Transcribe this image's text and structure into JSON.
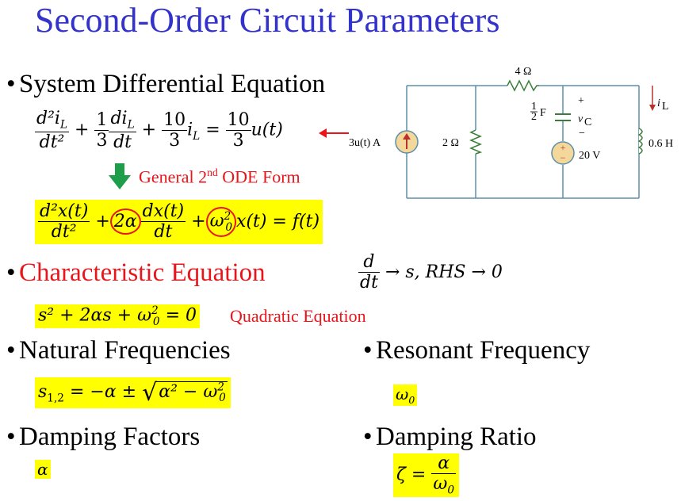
{
  "title": "Second-Order Circuit Parameters",
  "bullets": {
    "system_eq": "System Differential Equation",
    "characteristic": "Characteristic Equation",
    "natural_freq": "Natural Frequencies",
    "resonant_freq": "Resonant Frequency",
    "damping_factors": "Damping Factors",
    "damping_ratio": "Damping Ratio"
  },
  "notes": {
    "general_form_pre": "General 2",
    "general_form_sup": "nd",
    "general_form_post": " ODE Form",
    "quadratic": "Quadratic Equation"
  },
  "equations": {
    "system": {
      "t1_num": "d²i",
      "t1_sub": "L",
      "t1_den": "dt²",
      "plus": "+",
      "t2_coef_num": "1",
      "t2_coef_den": "3",
      "t2_num": "di",
      "t2_sub": "L",
      "t2_den": "dt",
      "t3_coef_num": "10",
      "t3_coef_den": "3",
      "t3_var": "i",
      "t3_sub": "L",
      "eq": "=",
      "rhs_num": "10",
      "rhs_den": "3",
      "rhs_fn": "u(t)"
    },
    "general": {
      "t1_num": "d²x(t)",
      "t1_den": "dt²",
      "circ1": "2α",
      "t2_num": "dx(t)",
      "t2_den": "dt",
      "circ2_base": "ω",
      "circ2_sup": "2",
      "circ2_sub": "0",
      "tail": "x(t) = f(t)"
    },
    "substitution": {
      "d_num": "d",
      "d_den": "dt",
      "tail": "→ s,  RHS → 0"
    },
    "characteristic": "s² + 2αs + ω",
    "characteristic_sub": "0",
    "characteristic_sup": "2",
    "characteristic_tail": " = 0",
    "natural": {
      "lhs": "s",
      "lhs_sub": "1,2",
      "mid": " = −α ± ",
      "root": "α² − ω",
      "root_sub": "0",
      "root_sup": "2"
    },
    "resonant": "ω",
    "resonant_sub": "0",
    "damping_factor": "α",
    "damping_ratio": {
      "lhs": "ζ =",
      "num": "α",
      "den": "ω",
      "den_sub": "0"
    }
  },
  "circuit": {
    "source_label": "3u(t) A",
    "r_left": "2 Ω",
    "r_top": "4 Ω",
    "cap": "F",
    "cap_num": "1",
    "cap_den": "2",
    "v_label": "v",
    "v_sub": "C",
    "plus_sign": "+",
    "minus_sign": "−",
    "vsrc_label": "20 V",
    "ind_label": "0.6 H",
    "i_label": "i",
    "i_sub": "L"
  },
  "colors": {
    "title": "#3333cc",
    "accent_red": "#e8151b",
    "highlight": "#ffff00",
    "arrow_green": "#1e9e4a",
    "circuit_wire": "#5b8fa8"
  }
}
